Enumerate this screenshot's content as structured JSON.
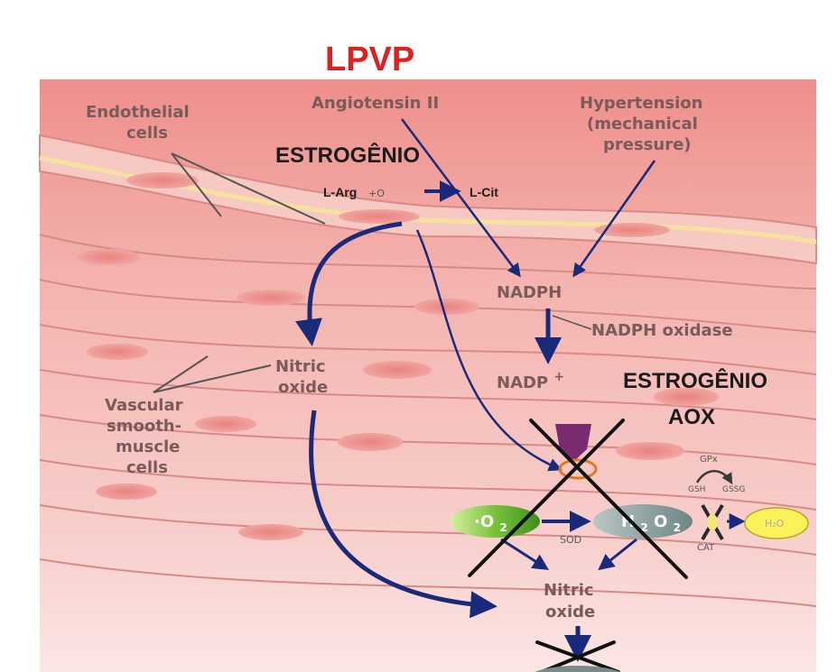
{
  "title": "LPVP",
  "labels": {
    "endothelial": [
      "Endothelial",
      "cells"
    ],
    "angiotensin": "Angiotensin II",
    "hypertension": [
      "Hypertension",
      "(mechanical",
      "pressure)"
    ],
    "estrogenio_top": "ESTROGÊNIO",
    "l_arg": "L-Arg",
    "o2": "+O",
    "l_cit": "L-Cit",
    "nadph": "NADPH",
    "nadph_oxidase": "NADPH oxidase",
    "nadp": "NADP",
    "nadp_sup": "+",
    "nitric_oxide_left": [
      "Nitric",
      "oxide"
    ],
    "estrogenio_aox": [
      "ESTROGÊNIO",
      "AOX"
    ],
    "vascular": [
      "Vascular",
      "smooth-",
      "muscle",
      "cells"
    ],
    "superoxide": "·O",
    "h2o2": "H",
    "h2o2_tail": "O",
    "h2o": "H₂O",
    "gpx": "GPx",
    "gsh": "GSH",
    "gssg": "GSSG",
    "cat": "CAT",
    "sod": "SOD",
    "nitric_oxide_bottom": [
      "Nitric",
      "oxide"
    ]
  },
  "colors": {
    "title": "#e02020",
    "arrow": "#1a2a7a",
    "label": "#7a5a5a",
    "tissue": "#f2b0ad"
  }
}
